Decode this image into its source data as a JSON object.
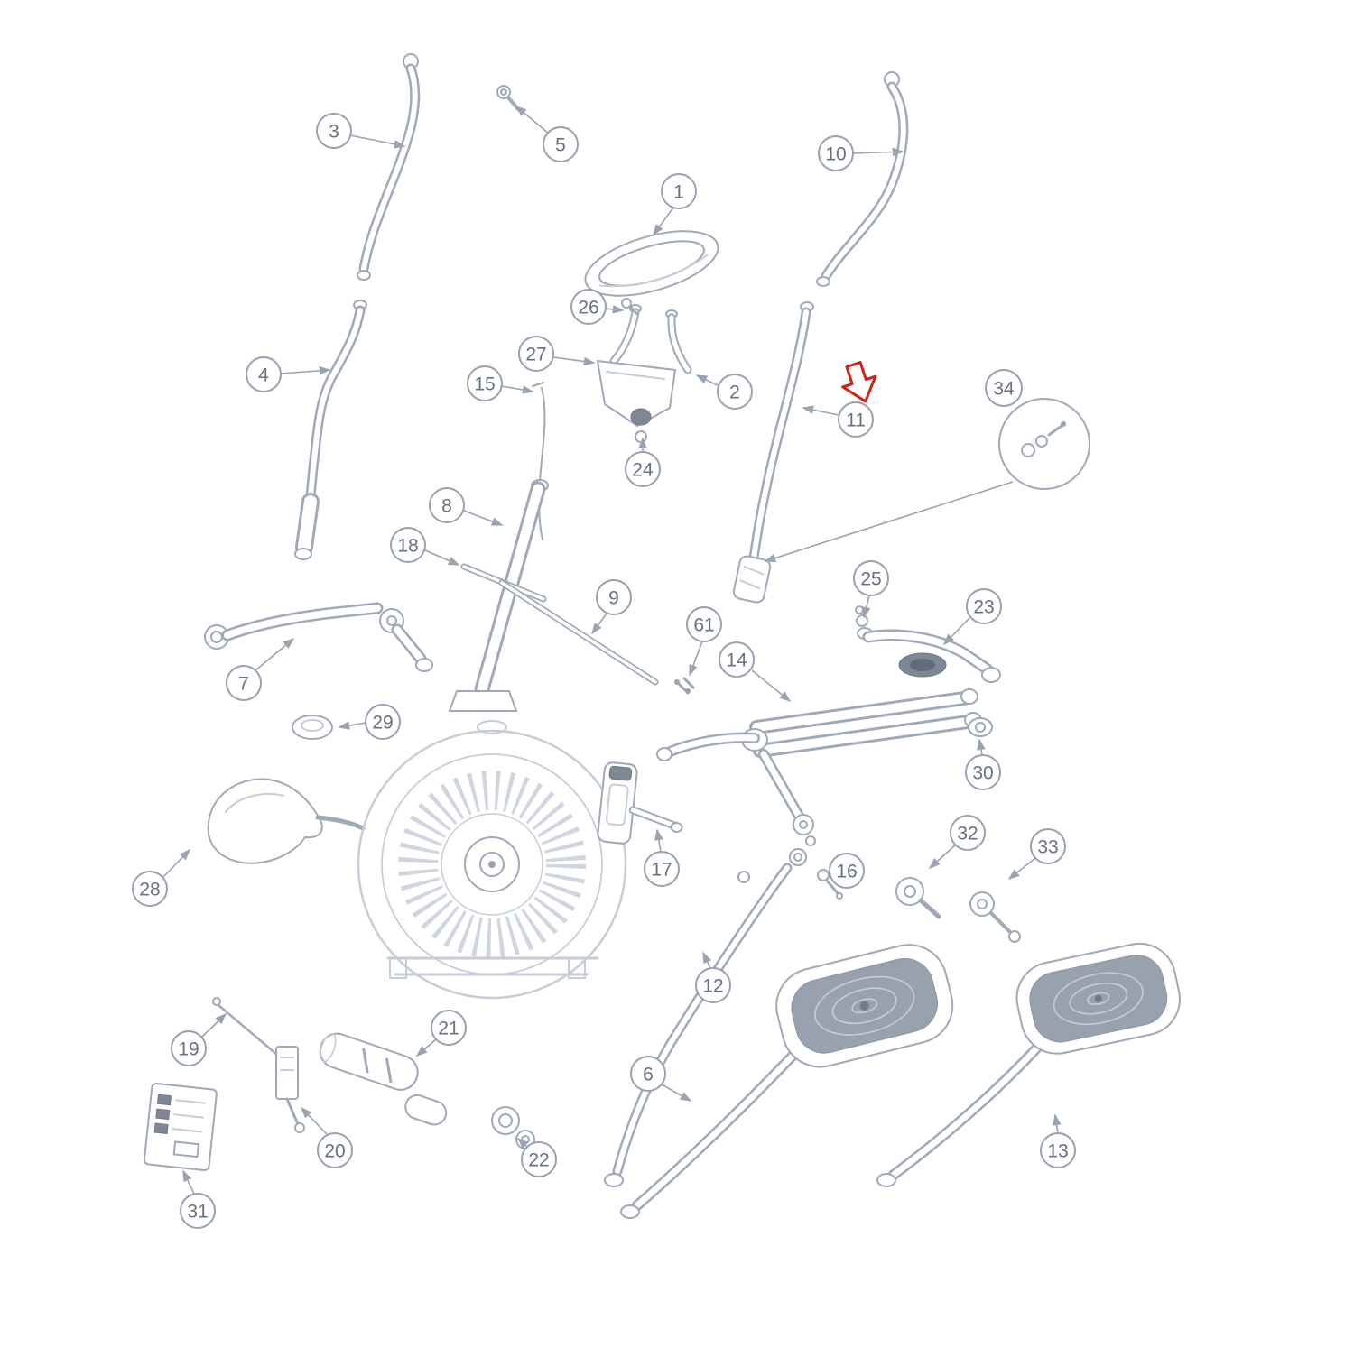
{
  "diagram": {
    "title": "Elliptical trainer exploded parts diagram",
    "background_color": "#ffffff",
    "line_color": "#9fa9b8",
    "detail_line_color": "#c6cdd7",
    "callout_text_color": "#687180",
    "highlight_color": "#cf2318",
    "highlighted_part": "11"
  },
  "callouts": {
    "c1": {
      "label": "1"
    },
    "c2": {
      "label": "2"
    },
    "c3": {
      "label": "3"
    },
    "c4": {
      "label": "4"
    },
    "c5": {
      "label": "5"
    },
    "c6": {
      "label": "6"
    },
    "c7": {
      "label": "7"
    },
    "c8": {
      "label": "8"
    },
    "c9": {
      "label": "9"
    },
    "c10": {
      "label": "10"
    },
    "c11": {
      "label": "11"
    },
    "c12": {
      "label": "12"
    },
    "c13": {
      "label": "13"
    },
    "c14": {
      "label": "14"
    },
    "c15": {
      "label": "15"
    },
    "c16": {
      "label": "16"
    },
    "c17": {
      "label": "17"
    },
    "c18": {
      "label": "18"
    },
    "c19": {
      "label": "19"
    },
    "c20": {
      "label": "20"
    },
    "c21": {
      "label": "21"
    },
    "c22": {
      "label": "22"
    },
    "c23": {
      "label": "23"
    },
    "c24": {
      "label": "24"
    },
    "c25": {
      "label": "25"
    },
    "c26": {
      "label": "26"
    },
    "c27": {
      "label": "27"
    },
    "c28": {
      "label": "28"
    },
    "c29": {
      "label": "29"
    },
    "c30": {
      "label": "30"
    },
    "c31": {
      "label": "31"
    },
    "c32": {
      "label": "32"
    },
    "c33": {
      "label": "33"
    },
    "c34": {
      "label": "34"
    },
    "c61": {
      "label": "61"
    }
  }
}
